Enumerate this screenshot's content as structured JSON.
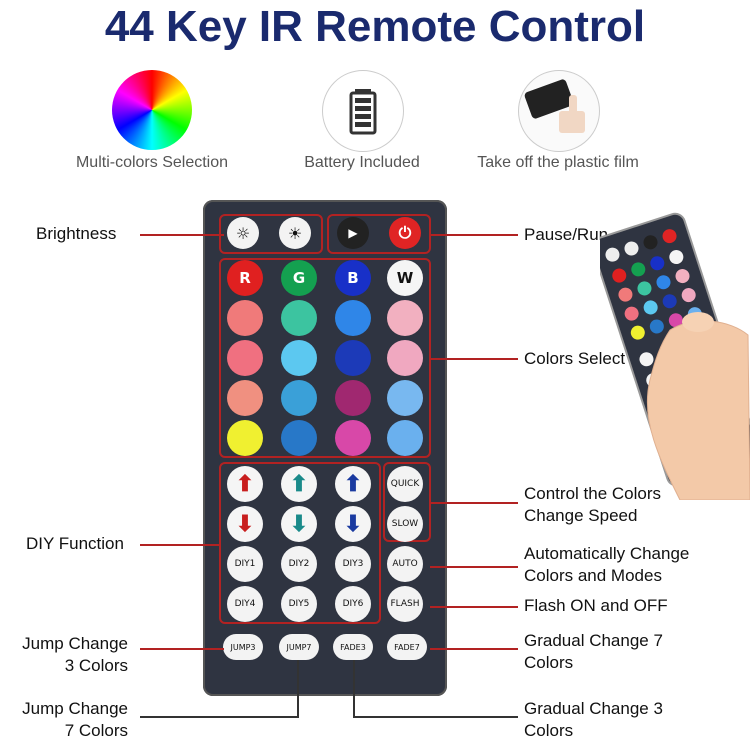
{
  "title": "44 Key IR Remote Control",
  "features": [
    {
      "caption": "Multi-colors Selection",
      "icon": "color-wheel-icon"
    },
    {
      "caption": "Battery Included",
      "icon": "battery-icon"
    },
    {
      "caption": "Take off the plastic film",
      "icon": "remote-film-icon"
    }
  ],
  "labels": {
    "brightness": "Brightness",
    "pause_run": "Pause/Run",
    "colors_select": "Colors Select",
    "speed_1": "Control the Colors",
    "speed_2": "Change Speed",
    "diy": "DIY Function",
    "auto_1": "Automatically Change",
    "auto_2": "Colors and Modes",
    "flash": "Flash ON and OFF",
    "fade7_1": "Gradual Change 7",
    "fade7_2": "Colors",
    "jump3_1": "Jump Change",
    "jump3_2": "3 Colors",
    "jump7_1": "Jump Change",
    "jump7_2": "7 Colors",
    "fade3_1": "Gradual Change 3",
    "fade3_2": "Colors"
  },
  "remote": {
    "rgbw": [
      "R",
      "G",
      "B",
      "W"
    ],
    "quick": "QUICK",
    "slow": "SLOW",
    "auto": "AUTO",
    "flash": "FLASH",
    "diy": [
      "DIY1",
      "DIY2",
      "DIY3",
      "DIY4",
      "DIY5",
      "DIY6"
    ],
    "bottom": [
      "JUMP3",
      "JUMP7",
      "FADE3",
      "FADE7"
    ]
  },
  "colors": {
    "title": "#1a2a6e",
    "pointer_line": "#b22222",
    "remote_body": "#2f3441"
  }
}
